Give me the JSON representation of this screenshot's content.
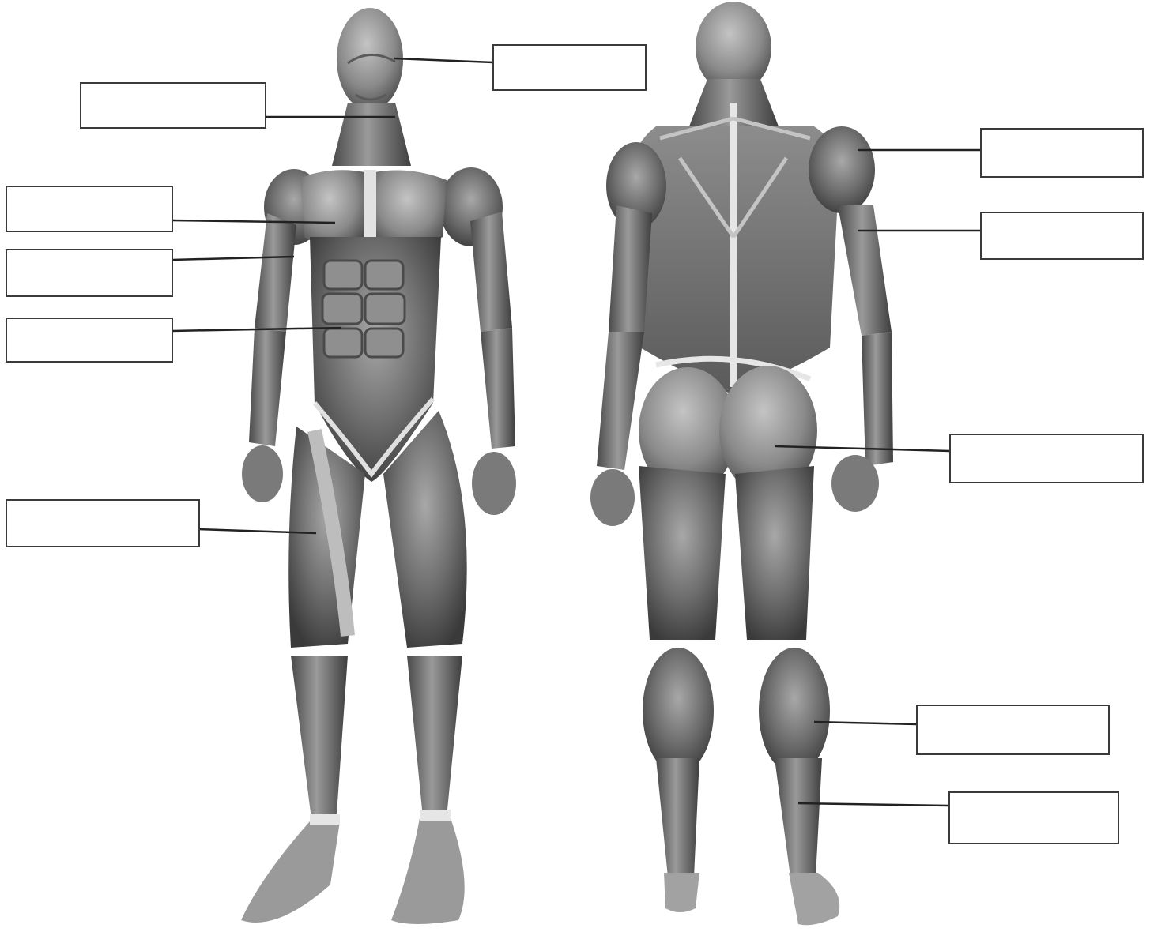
{
  "diagram": {
    "views": [
      {
        "id": "front",
        "name": "front-view-figure"
      },
      {
        "id": "back",
        "name": "back-view-figure"
      }
    ],
    "labels": [
      {
        "id": "face",
        "value": ""
      },
      {
        "id": "neck",
        "value": ""
      },
      {
        "id": "chest",
        "value": ""
      },
      {
        "id": "upper-arm-front",
        "value": ""
      },
      {
        "id": "abdomen",
        "value": ""
      },
      {
        "id": "thigh-front",
        "value": ""
      },
      {
        "id": "shoulder-back",
        "value": ""
      },
      {
        "id": "upper-arm-back",
        "value": ""
      },
      {
        "id": "buttock",
        "value": ""
      },
      {
        "id": "calf",
        "value": ""
      },
      {
        "id": "lower-leg-back",
        "value": ""
      }
    ],
    "colors": {
      "skin_light": "#d8d8d8",
      "skin_mid": "#8a8a8a",
      "skin_dark": "#3d3d3d",
      "tendon": "#e6e6e6",
      "leader_line": "#222222",
      "box_border": "#3a3a3a"
    }
  }
}
